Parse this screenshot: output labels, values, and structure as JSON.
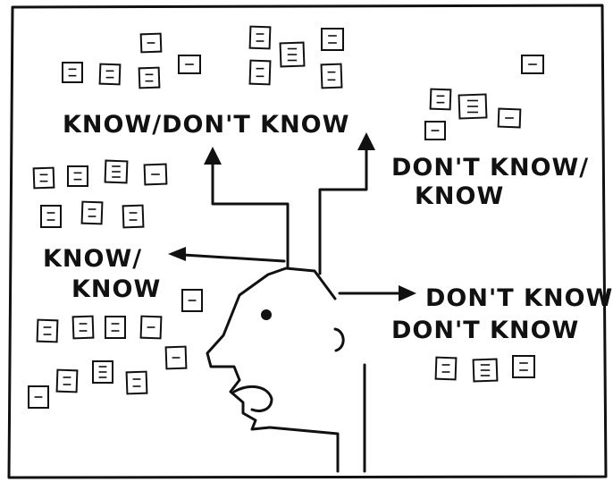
{
  "labels": {
    "top_left": "KNOW/DON'T KNOW",
    "top_right_line1": "DON'T KNOW/",
    "top_right_line2": "KNOW",
    "left_line1": "KNOW/",
    "left_line2": "KNOW",
    "right_line1": "DON'T KNOW/",
    "right_line2": "DON'T KNOW"
  },
  "colors": {
    "ink": "#111111",
    "paper": "#ffffff"
  }
}
